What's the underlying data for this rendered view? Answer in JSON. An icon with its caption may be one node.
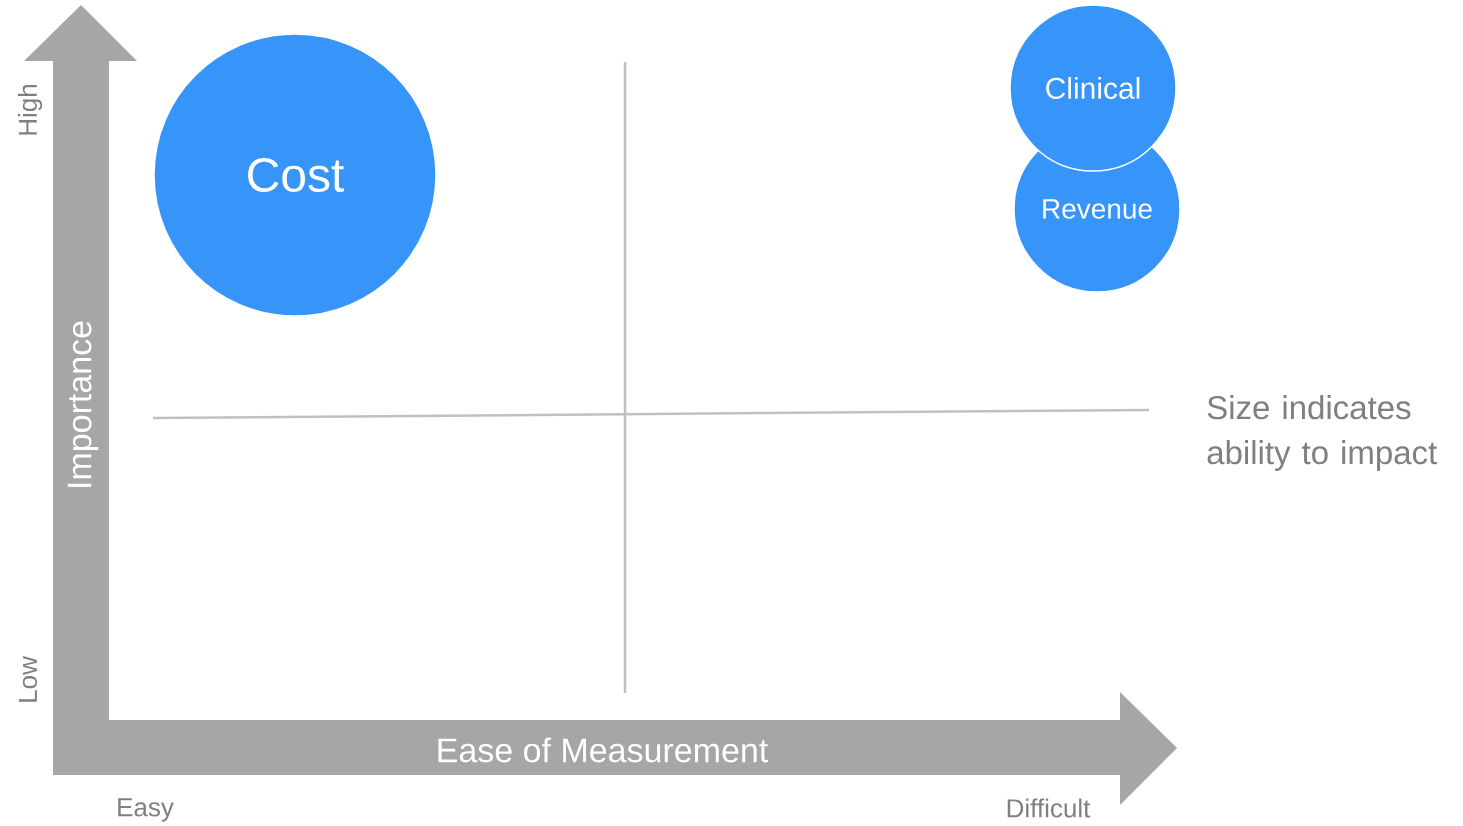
{
  "diagram": {
    "nodes": [
      {
        "text": [
          "Cost"
        ]
      },
      {
        "text": [
          "Clinical"
        ]
      },
      {
        "text": [
          "Revenue"
        ]
      }
    ],
    "labels": [
      "High",
      "Importance",
      "Low",
      "Ease of Measurement",
      "Easy",
      "Difficult",
      "Size indicates ability to impact"
    ]
  }
}
